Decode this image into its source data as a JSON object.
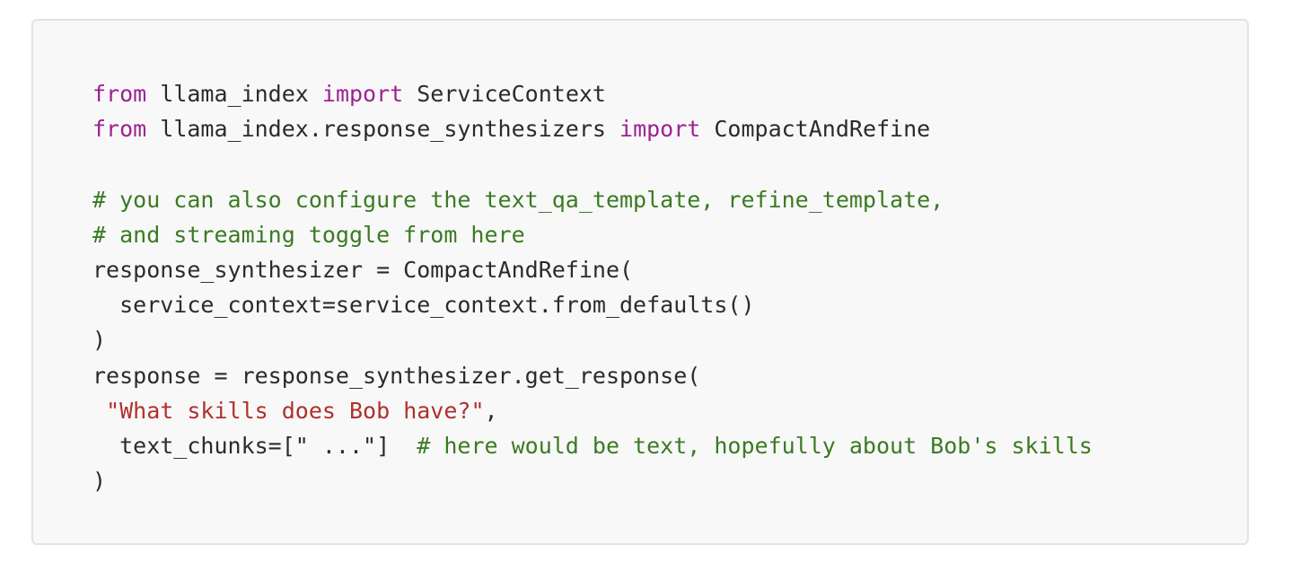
{
  "colors": {
    "background": "#f8f8f8",
    "border": "#e3e3e3",
    "keyword": "#9b2393",
    "comment": "#3b7a23",
    "string": "#b0312c",
    "text": "#2b2b2b"
  },
  "code": {
    "lines": [
      [
        {
          "t": "kw",
          "v": "from"
        },
        {
          "t": "tx",
          "v": " llama_index "
        },
        {
          "t": "kw",
          "v": "import"
        },
        {
          "t": "tx",
          "v": " ServiceContext"
        }
      ],
      [
        {
          "t": "kw",
          "v": "from"
        },
        {
          "t": "tx",
          "v": " llama_index.response_synthesizers "
        },
        {
          "t": "kw",
          "v": "import"
        },
        {
          "t": "tx",
          "v": " CompactAndRefine"
        }
      ],
      [],
      [
        {
          "t": "cm",
          "v": "# you can also configure the text_qa_template, refine_template,"
        }
      ],
      [
        {
          "t": "cm",
          "v": "# and streaming toggle from here"
        }
      ],
      [
        {
          "t": "tx",
          "v": "response_synthesizer = CompactAndRefine("
        }
      ],
      [
        {
          "t": "tx",
          "v": "  service_context=service_context.from_defaults()"
        }
      ],
      [
        {
          "t": "tx",
          "v": ")"
        }
      ],
      [
        {
          "t": "tx",
          "v": "response = response_synthesizer.get_response("
        }
      ],
      [
        {
          "t": "tx",
          "v": " "
        },
        {
          "t": "st",
          "v": "\"What skills does Bob have?\""
        },
        {
          "t": "tx",
          "v": ","
        }
      ],
      [
        {
          "t": "tx",
          "v": "  text_chunks=[\" ...\"]  "
        },
        {
          "t": "cm",
          "v": "# here would be text, hopefully about Bob's skills"
        }
      ],
      [
        {
          "t": "tx",
          "v": ")"
        }
      ]
    ]
  }
}
